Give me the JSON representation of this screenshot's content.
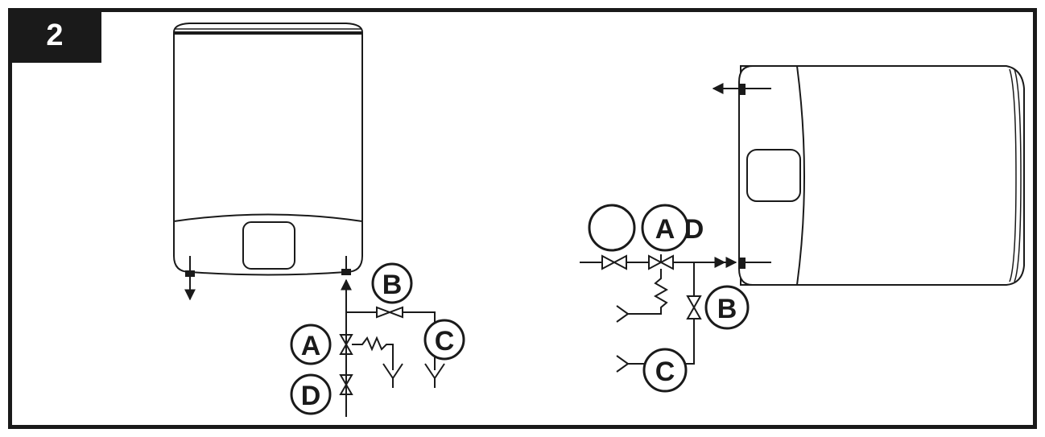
{
  "figure": {
    "step_number": "2"
  },
  "left_diagram": {
    "labels": {
      "a": "A",
      "b": "B",
      "c": "C",
      "d": "D"
    }
  },
  "right_diagram": {
    "labels": {
      "a": "A",
      "b": "B",
      "c": "C",
      "d": "D",
      "blank": ""
    }
  }
}
